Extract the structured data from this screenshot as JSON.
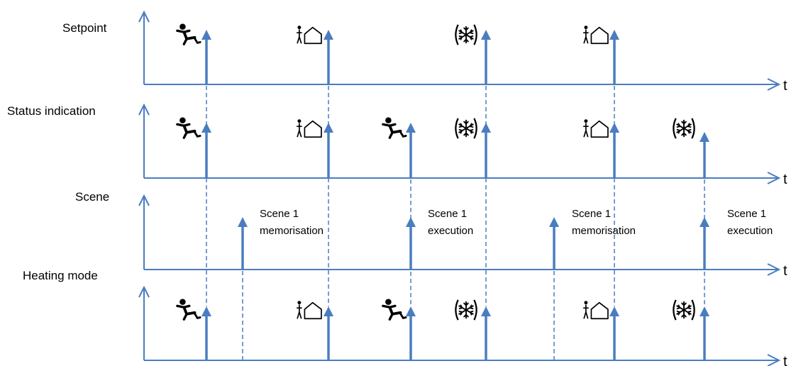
{
  "rows": [
    {
      "label": "Setpoint",
      "axis_label": "t"
    },
    {
      "label": "Status indication",
      "axis_label": "t"
    },
    {
      "label": "Scene",
      "axis_label": "t"
    },
    {
      "label": "Heating mode",
      "axis_label": "t"
    }
  ],
  "scene_notes": [
    {
      "line1": "Scene 1",
      "line2": "memorisation"
    },
    {
      "line1": "Scene 1",
      "line2": "execution"
    },
    {
      "line1": "Scene 1",
      "line2": "memorisation"
    },
    {
      "line1": "Scene 1",
      "line2": "execution"
    }
  ],
  "icon_names": {
    "setback": "man-falling-setback-icon",
    "comfort": "person-house-comfort-icon",
    "frost": "snowflake-frost-protection-icon"
  },
  "colors": {
    "accent": "#4a7dbf"
  }
}
